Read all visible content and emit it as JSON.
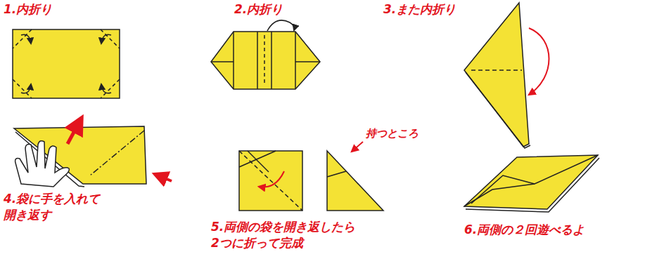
{
  "diagram": {
    "labels": [
      "1.内折り",
      "2.内折り",
      "3.また内折り",
      "持つところ",
      "4.袋に手を入れて 開き返す",
      "5.両側の袋を開き返したら 2つに折って完成",
      "6.両側の２回遊べるよ"
    ]
  }
}
